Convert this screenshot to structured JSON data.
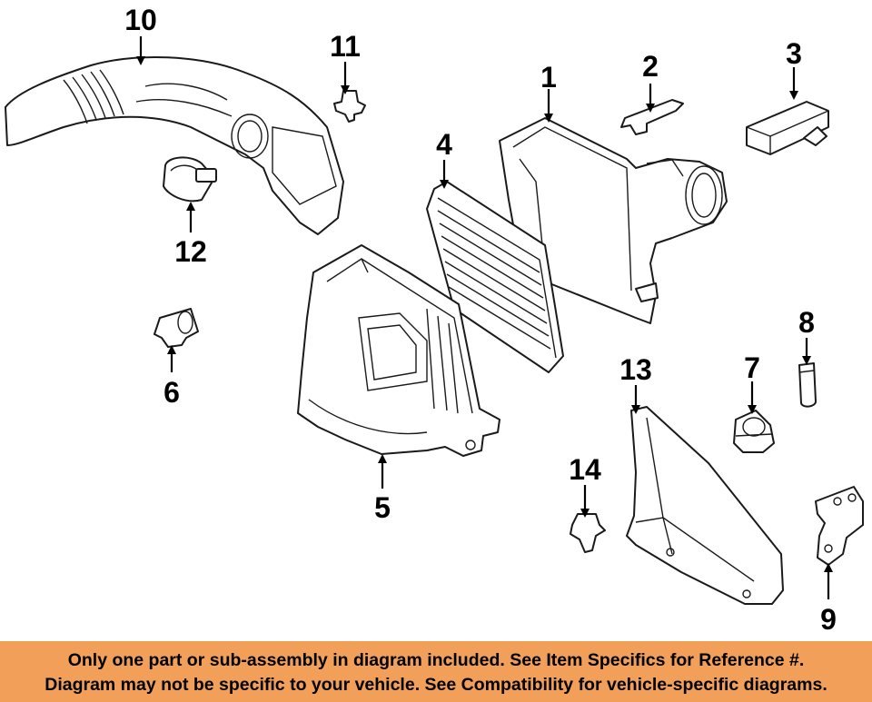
{
  "callouts": [
    "1",
    "2",
    "3",
    "4",
    "5",
    "6",
    "7",
    "8",
    "9",
    "10",
    "11",
    "12",
    "13",
    "14"
  ],
  "disclaimer": {
    "line1": "Only one part or sub-assembly in diagram included. See Item Specifics for Reference #.",
    "line2": "Diagram may not be specific to your vehicle. See Compatibility for vehicle-specific diagrams."
  },
  "colors": {
    "banner_background": "#f29f59",
    "banner_text": "#000000",
    "line_art": "#1a1a1a"
  }
}
